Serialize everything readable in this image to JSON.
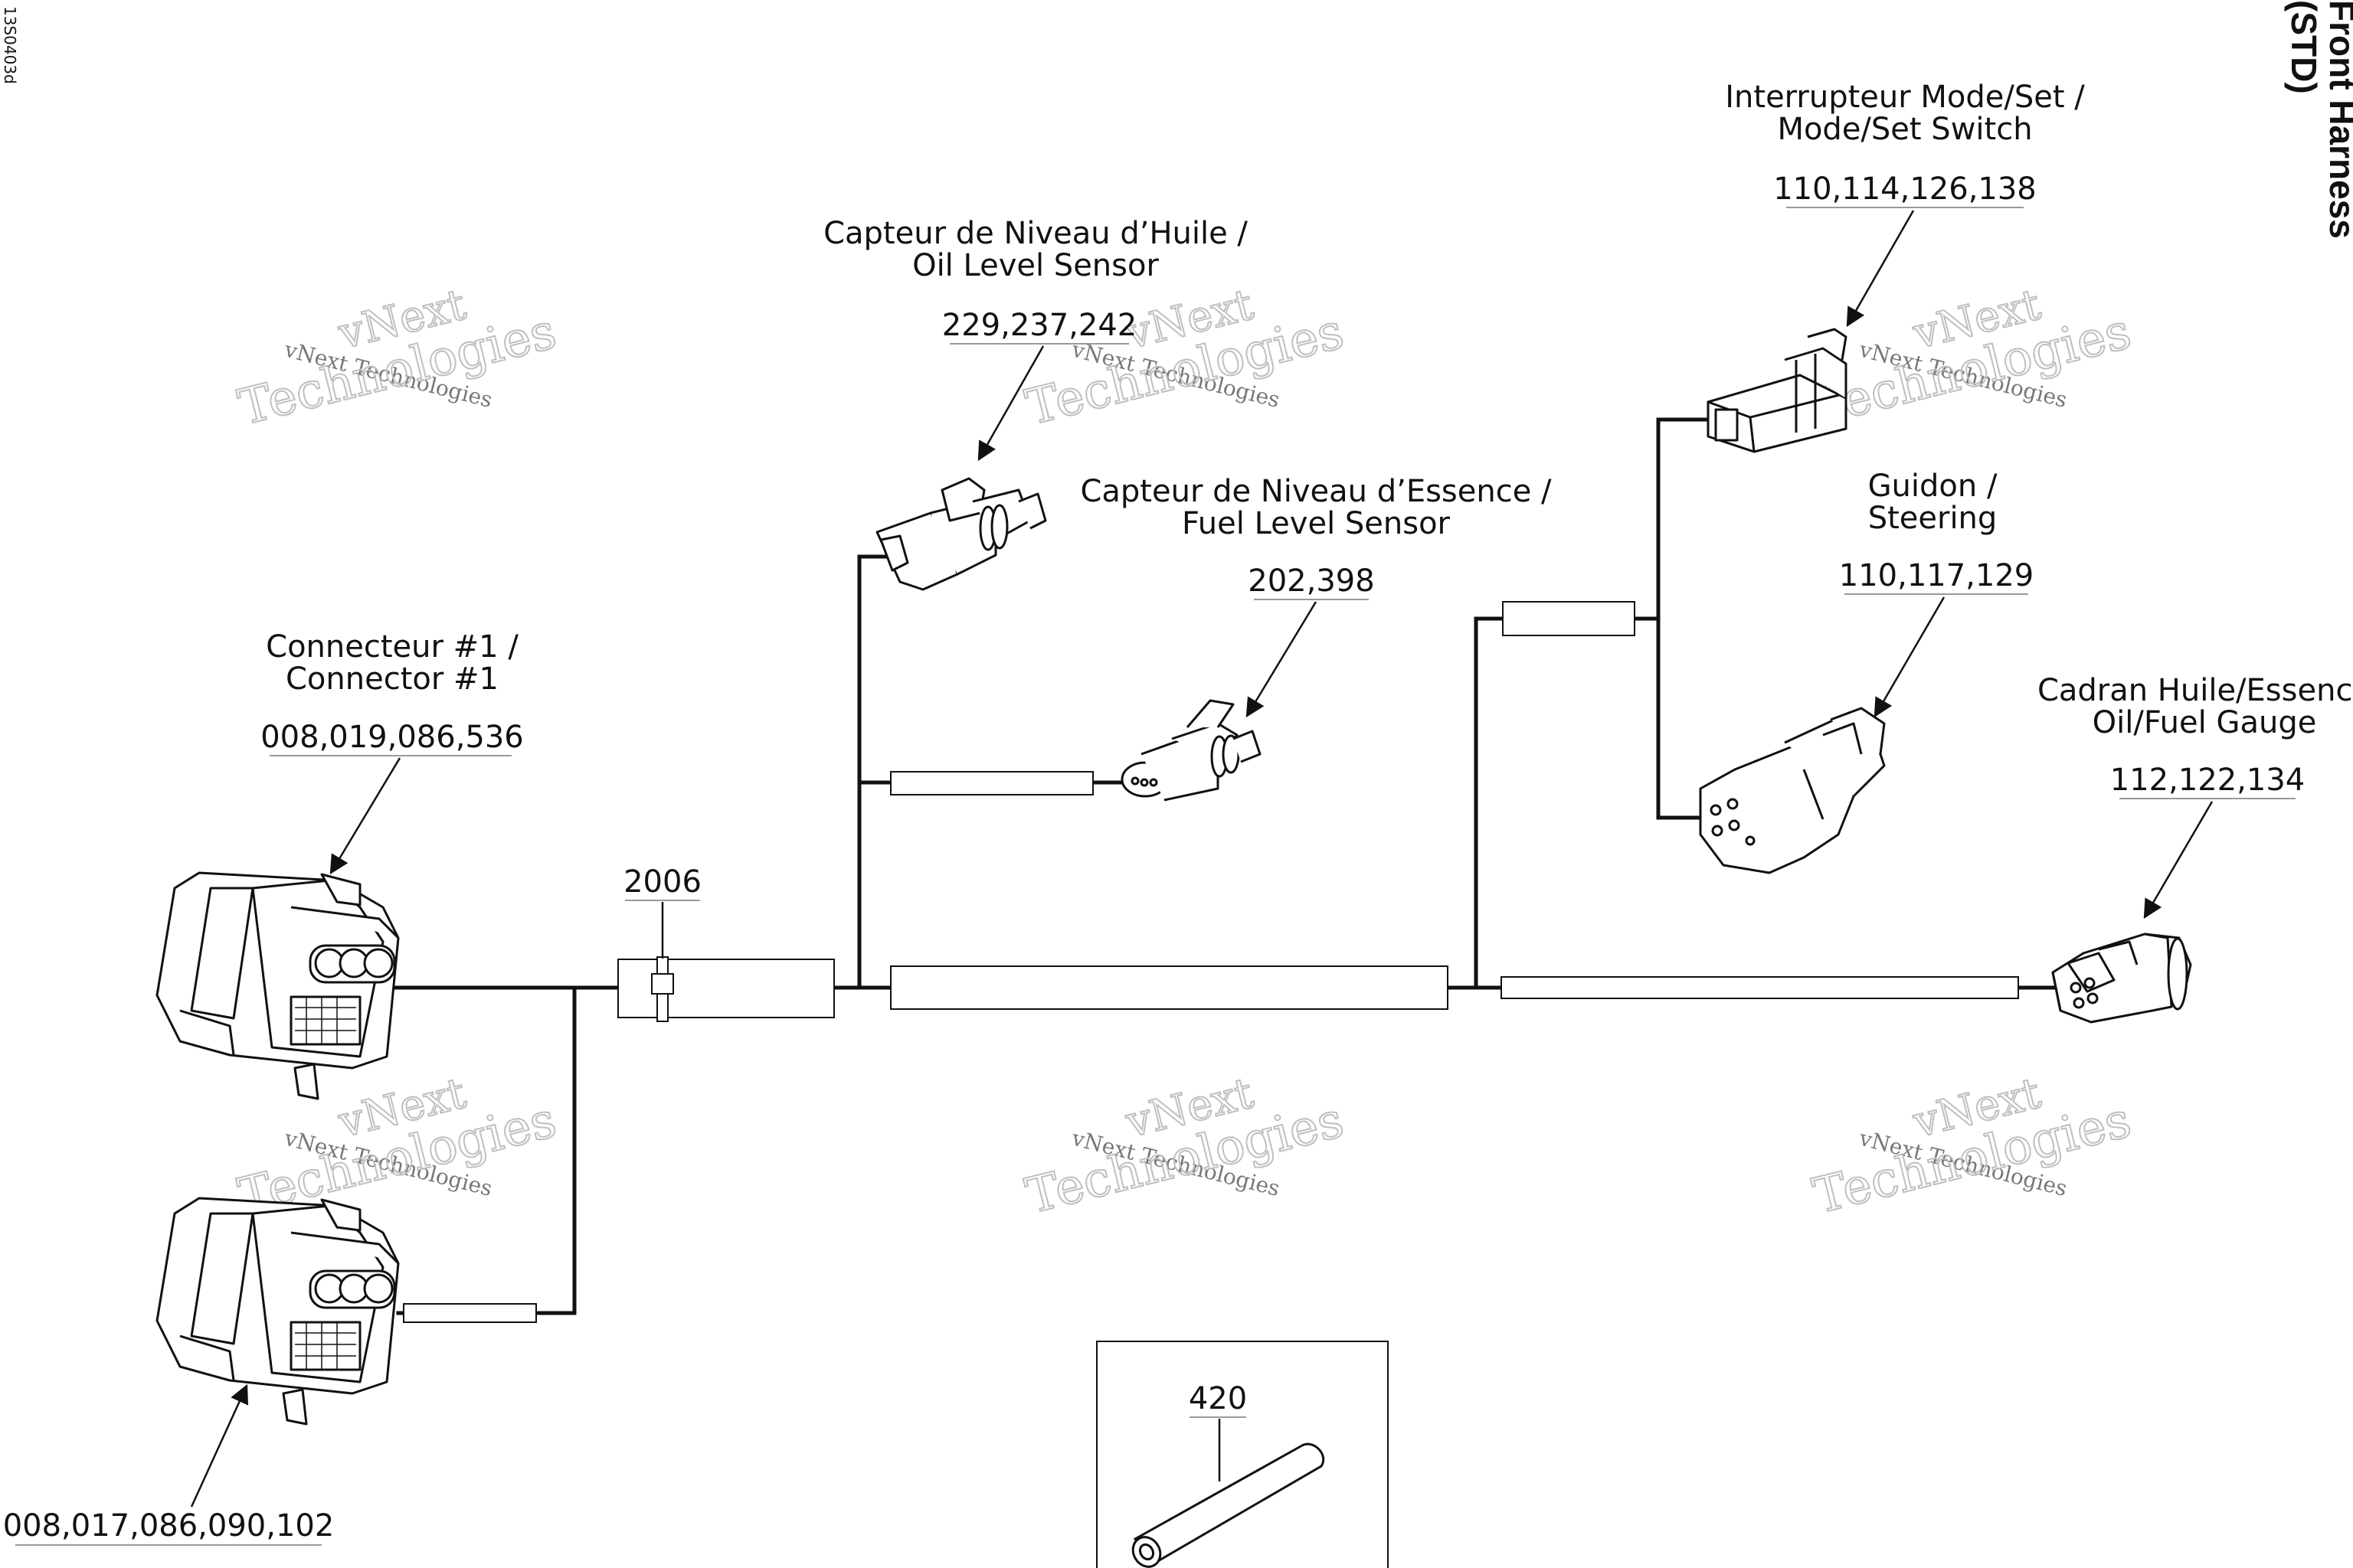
{
  "doc_code": "13S0403d",
  "title": {
    "line1": "Front Harness",
    "line2": "(STD)"
  },
  "watermark": {
    "small": "vNext Technologies",
    "big1": "vNext",
    "big2": "Technologies"
  },
  "components": {
    "oil_level_sensor": {
      "fr": "Capteur de Niveau d’Huile /",
      "en": "Oil Level Sensor",
      "parts": "229,237,242"
    },
    "fuel_level_sensor": {
      "fr": "Capteur de Niveau d’Essence /",
      "en": "Fuel Level Sensor",
      "parts": "202,398"
    },
    "mode_set_switch": {
      "fr": "Interrupteur Mode/Set /",
      "en": "Mode/Set Switch",
      "parts": "110,114,126,138"
    },
    "steering": {
      "fr": "Guidon /",
      "en": "Steering",
      "parts": "110,117,129"
    },
    "oil_fuel_gauge": {
      "fr": "Cadran Huile/Essence",
      "en": "Oil/Fuel Gauge",
      "parts": "112,122,134"
    },
    "connector_1": {
      "fr": "Connecteur #1 /",
      "en": "Connector #1",
      "parts": "008,019,086,536"
    },
    "connector_2": {
      "parts": "008,017,086,090,102"
    },
    "clip": {
      "parts": "2006"
    },
    "sleeve": {
      "parts": "420"
    }
  }
}
